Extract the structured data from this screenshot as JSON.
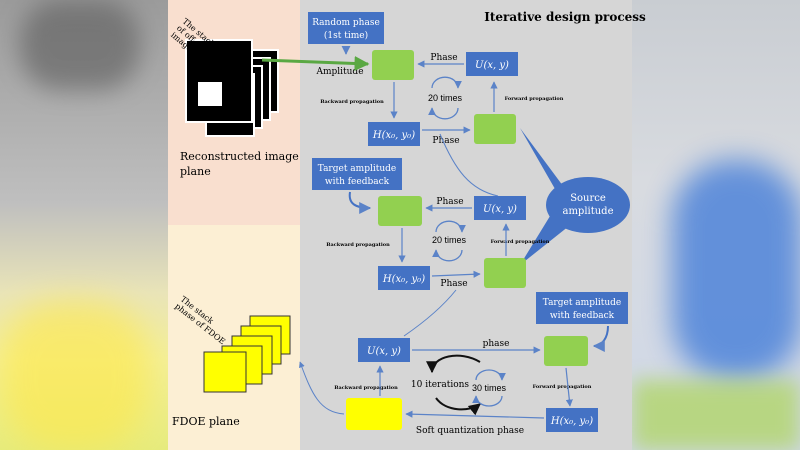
{
  "title": "Iterative design process",
  "left_panel": {
    "stack_off_axis_label": "The stack of off-axis images",
    "reconstructed_plane_line1": "Reconstructed image",
    "reconstructed_plane_line2": "plane",
    "stack_fdoe_label": "The stack phase of FDOE",
    "fdoe_plane": "FDOE plane"
  },
  "stage1": {
    "random_phase_line1": "Random phase",
    "random_phase_line2": "(1st time)",
    "amplitude": "Amplitude",
    "phase_top": "Phase",
    "u_box": "U(x, y)",
    "iterations": "20 times",
    "backward": "Backward propagation",
    "forward": "Forward propagation",
    "h_box": "H(x₀, y₀)",
    "phase_bottom": "Phase"
  },
  "source": {
    "line1": "Source",
    "line2": "amplitude"
  },
  "stage2": {
    "target_line1": "Target amplitude",
    "target_line2": "with feedback",
    "phase_top": "Phase",
    "u_box": "U(x, y)",
    "iterations": "20 times",
    "backward": "Backward propagation",
    "forward": "Forward propagation",
    "h_box": "H(x₀, y₀)",
    "phase_bottom": "Phase"
  },
  "stage3": {
    "target_line1": "Target amplitude",
    "target_line2": "with feedback",
    "u_box": "U(x, y)",
    "phase": "phase",
    "backward": "Backward propagation",
    "forward": "Forward propagation",
    "iterations_outer": "10 iterations",
    "iterations_inner": "30 times",
    "h_box": "H(x₀, y₀)",
    "soft_quant": "Soft quantization phase"
  },
  "colors": {
    "blue_box": "#4472c4",
    "green_box": "#92d050",
    "yellow_box": "#ffff00",
    "arrow": "#5b83c8",
    "green_arrow": "#5aa843"
  }
}
